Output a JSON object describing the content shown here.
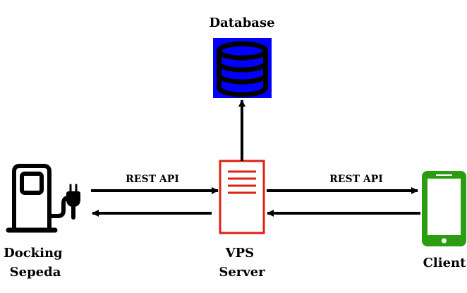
{
  "nodes": {
    "database": {
      "label": "Database",
      "color": "#0000ff",
      "icon": "database-icon"
    },
    "docking": {
      "label_lines": [
        "Docking",
        "Sepeda"
      ],
      "color": "#000000",
      "icon": "charging-station-icon"
    },
    "server": {
      "label_lines": [
        "VPS",
        "Server"
      ],
      "color": "#dd2211",
      "icon": "server-icon"
    },
    "client": {
      "label": "Client",
      "color": "#2a9d10",
      "icon": "smartphone-icon"
    }
  },
  "edges": [
    {
      "from": "docking",
      "to": "server",
      "label": "REST API"
    },
    {
      "from": "server",
      "to": "docking",
      "label": ""
    },
    {
      "from": "server",
      "to": "client",
      "label": "REST API"
    },
    {
      "from": "client",
      "to": "server",
      "label": ""
    },
    {
      "from": "server",
      "to": "database",
      "label": ""
    }
  ]
}
